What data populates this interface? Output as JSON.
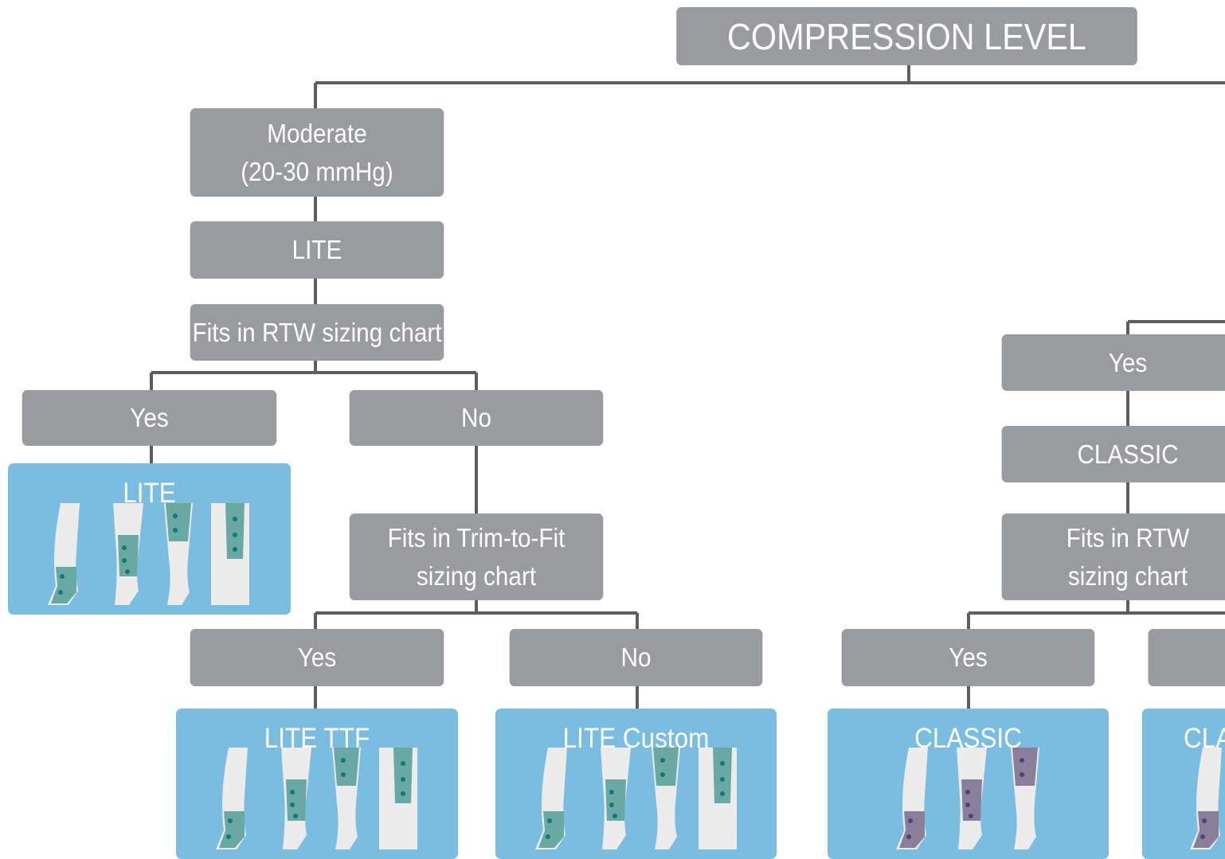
{
  "colors": {
    "node": "#9a9b9e",
    "result": "#7bbde0",
    "line": "#5d5e60",
    "lite_wrap": "#6aa9a3",
    "classic_wrap": "#8a7f9a",
    "accent_lite": "#0f7a7a",
    "accent_classic": "#5a3f7a"
  },
  "root": {
    "label": "COMPRESSION LEVEL"
  },
  "left": {
    "level": "Moderate\n(20-30 mmHg)",
    "garment": "LITE",
    "question": "Fits in RTW sizing chart",
    "yes": "Yes",
    "no": "No",
    "yes_result": {
      "title": "LITE",
      "icons": [
        "leg-foot-wrap-icon",
        "leg-calf-wrap-icon",
        "leg-knee-wrap-icon",
        "arm-wrap-icon"
      ]
    },
    "ttf_question": "Fits in Trim-to-Fit\nsizing chart",
    "ttf_yes": "Yes",
    "ttf_no": "No",
    "ttf_result": {
      "title": "LITE TTF",
      "icons": [
        "leg-foot-wrap-icon",
        "leg-calf-wrap-icon",
        "leg-knee-wrap-icon",
        "arm-wrap-icon"
      ]
    },
    "custom_result": {
      "title": "LITE Custom",
      "icons": [
        "leg-foot-wrap-icon",
        "leg-calf-wrap-icon",
        "leg-knee-wrap-icon",
        "arm-wrap-icon"
      ]
    }
  },
  "right": {
    "yes": "Yes",
    "garment": "CLASSIC",
    "question": "Fits in RTW\nsizing chart",
    "rtw_yes": "Yes",
    "rtw_no": "",
    "classic_result": {
      "title": "CLASSIC",
      "icons": [
        "leg-foot-wrap-icon",
        "leg-calf-wrap-icon",
        "leg-knee-wrap-icon"
      ]
    },
    "clipped_result": {
      "title": "CLA"
    }
  }
}
